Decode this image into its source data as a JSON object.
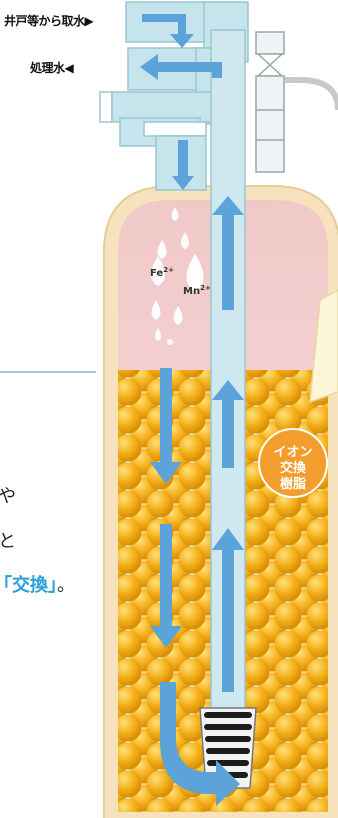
{
  "labels": {
    "water_intake": "井戸等から取水▶",
    "treated_water": "処理水◀"
  },
  "ions": {
    "iron": "Fe",
    "iron_charge": "2+",
    "manganese": "Mn",
    "manganese_charge": "2+"
  },
  "resin": {
    "line1": "イオン",
    "line2": "交換",
    "line3": "樹脂"
  },
  "side_text": {
    "line1": "や",
    "line2": "と",
    "line3_emphasis": "「交換」",
    "line3_end": "。"
  },
  "colors": {
    "pipe": "#c4e4ee",
    "pipe_border": "#9ccbd8",
    "arrow": "#5ca4d8",
    "upper_fill": "#f2c4c4",
    "tank_border": "#f3ddb2",
    "resin_bead": "#f0a817",
    "resin_badge": "#f59e2c",
    "emphasis": "#2a9fd6"
  }
}
